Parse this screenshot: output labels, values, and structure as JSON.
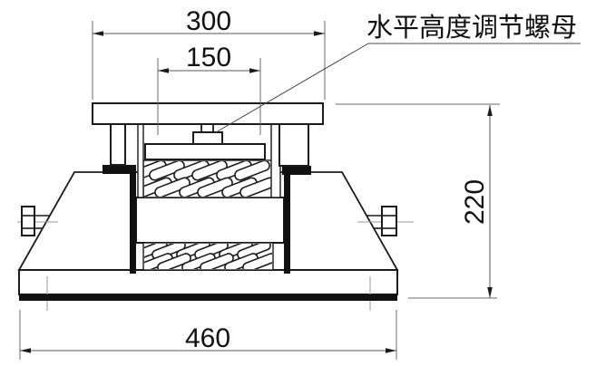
{
  "diagram": {
    "type": "engineering-cross-section",
    "subject": "spring vibration isolator",
    "labels": {
      "leader_annotation": "水平高度调节螺母"
    },
    "dimensions": {
      "top_plate_width": "300",
      "adjuster_seat_width": "150",
      "overall_height": "220",
      "base_plate_width": "460"
    },
    "colors": {
      "line": "#1b1b1b",
      "background": "#ffffff",
      "dim_line": "#5a5a5a"
    }
  }
}
